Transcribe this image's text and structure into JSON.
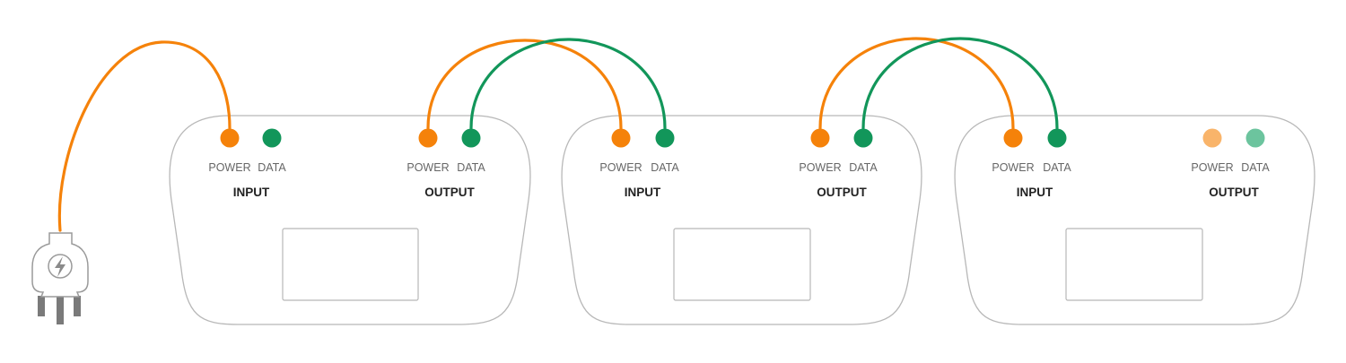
{
  "colors": {
    "power": "#f5820a",
    "data": "#12965a",
    "power_inactive": "#f9b46a",
    "data_inactive": "#6cc49e",
    "outline": "#b8b8b8",
    "plug_prong": "#7a7a7a"
  },
  "icons": {
    "plug": "power-plug-icon",
    "bolt": "lightning-bolt-icon"
  },
  "devices": [
    {
      "input": {
        "title": "INPUT",
        "power_label": "POWER",
        "data_label": "DATA"
      },
      "output": {
        "title": "OUTPUT",
        "power_label": "POWER",
        "data_label": "DATA",
        "active": true
      }
    },
    {
      "input": {
        "title": "INPUT",
        "power_label": "POWER",
        "data_label": "DATA"
      },
      "output": {
        "title": "OUTPUT",
        "power_label": "POWER",
        "data_label": "DATA",
        "active": true
      }
    },
    {
      "input": {
        "title": "INPUT",
        "power_label": "POWER",
        "data_label": "DATA"
      },
      "output": {
        "title": "OUTPUT",
        "power_label": "POWER",
        "data_label": "DATA",
        "active": false
      }
    }
  ],
  "connections": [
    {
      "from": "plug",
      "to": "device-1-input-power",
      "type": "power"
    },
    {
      "from": "device-1-output-power",
      "to": "device-2-input-power",
      "type": "power"
    },
    {
      "from": "device-1-output-data",
      "to": "device-2-input-data",
      "type": "data"
    },
    {
      "from": "device-2-output-power",
      "to": "device-3-input-power",
      "type": "power"
    },
    {
      "from": "device-2-output-data",
      "to": "device-3-input-data",
      "type": "data"
    }
  ]
}
